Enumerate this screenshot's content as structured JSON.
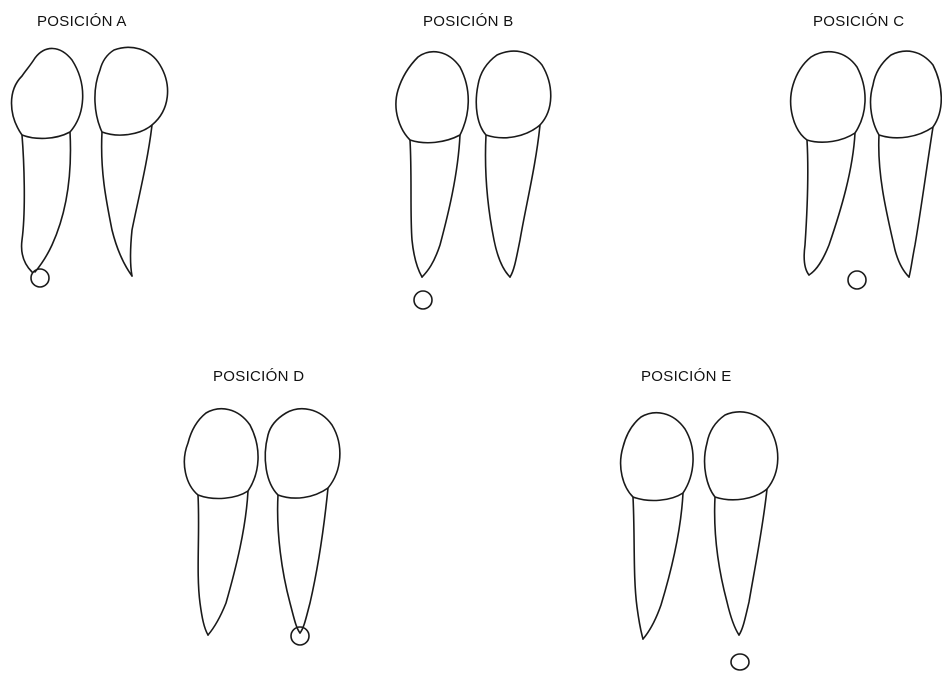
{
  "figure": {
    "panels": [
      {
        "id": "A",
        "label": "POSICIÓN A",
        "marker": "at_apex_left_root"
      },
      {
        "id": "B",
        "label": "POSICIÓN B",
        "marker": "below_left_root_apex"
      },
      {
        "id": "C",
        "label": "POSICIÓN C",
        "marker": "between_roots_below"
      },
      {
        "id": "D",
        "label": "POSICIÓN D",
        "marker": "at_apex_right_root"
      },
      {
        "id": "E",
        "label": "POSICIÓN E",
        "marker": "below_right_root_apex"
      }
    ],
    "colors": {
      "line": "#1a1a1a",
      "text": "#111111",
      "background": "#ffffff"
    }
  }
}
